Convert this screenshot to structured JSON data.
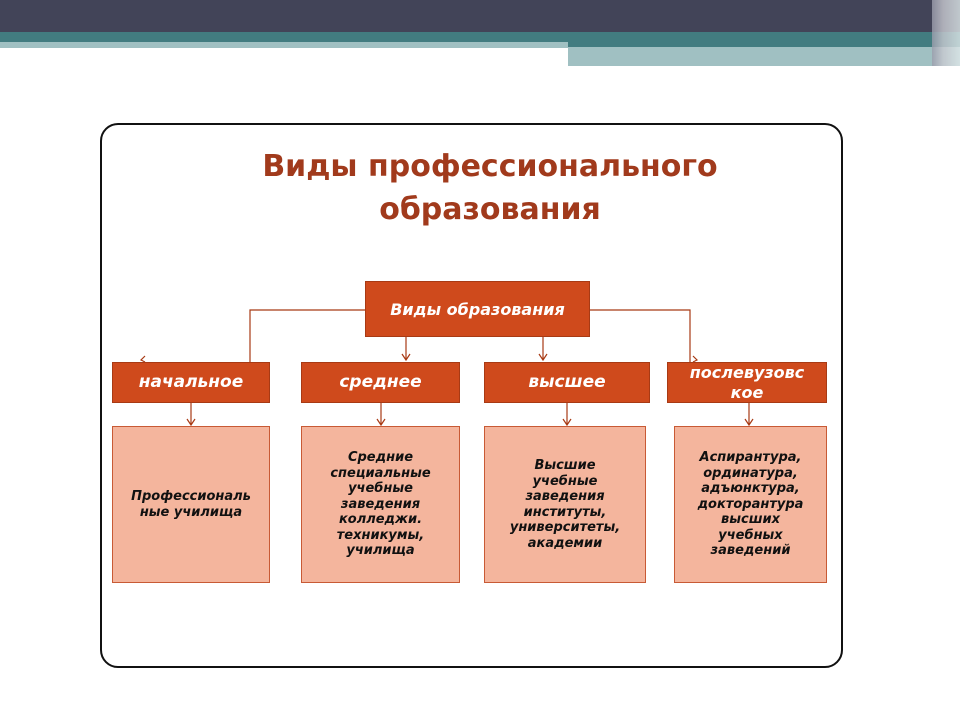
{
  "slide": {
    "title_line1": "Виды профессионального",
    "title_line2": "образования"
  },
  "diagram": {
    "root": "Виды образования",
    "levels": [
      {
        "label": "начальное",
        "detail": "Профессиональ\nные училища"
      },
      {
        "label": "среднее",
        "detail": "Средние\nспециальные\nучебные\nзаведения\nколледжи.\nтехникумы,\nучилища"
      },
      {
        "label": "высшее",
        "detail": "Высшие\nучебные\nзаведения\nинституты,\nуниверситеты,\nакадемии"
      },
      {
        "label": "послевузовс\nкое",
        "detail": "Аспирантура,\nординатура,\nадъюнктура,\nдокторантура\nвысших\nучебных\nзаведений"
      }
    ]
  },
  "colors": {
    "header": "#424458",
    "teal": "#427c80",
    "dark_box": "#cf4a1c",
    "light_box": "#f4b59d",
    "title": "#a13a1c"
  }
}
